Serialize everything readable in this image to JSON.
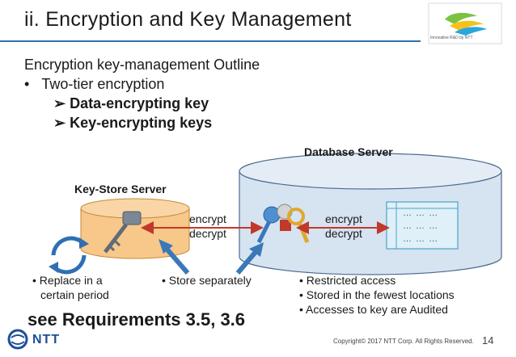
{
  "slide": {
    "title": "ii. Encryption and Key Management",
    "outline_heading": "Encryption key-management Outline",
    "bullet_main": "Two-tier encryption",
    "sub_items": [
      "Data-encrypting key",
      "Key-encrypting keys"
    ],
    "bullet_char": "•",
    "sub_char": "➢"
  },
  "diagram": {
    "db_label": "Database Server",
    "ks_label": "Key-Store Server",
    "left_arrow_text": [
      "encrypt",
      "decrypt"
    ],
    "right_arrow_text": [
      "encrypt",
      "decrypt"
    ],
    "grid_cells": [
      "… … …",
      "… … …",
      "… … …"
    ],
    "notes": {
      "replace": [
        "• Replace in a",
        "certain period"
      ],
      "store": "•  Store separately",
      "db_points": [
        "•  Restricted access",
        "•  Stored in the fewest locations",
        "•  Accesses to key are Audited"
      ]
    }
  },
  "footer": {
    "requirements": "see Requirements 3.5, 3.6",
    "logo_text": "NTT",
    "copyright": "Copyright© 2017  NTT Corp. All Rights Reserved.",
    "page_number": "14",
    "badge_text": "Innovative R&D by NTT"
  },
  "colors": {
    "accent": "#2f6fb3",
    "db_fill": "#d6e3f1",
    "ks_fill": "#f8c78a",
    "arrow_red": "#c0392b",
    "grid_fill": "#dff0f8"
  }
}
